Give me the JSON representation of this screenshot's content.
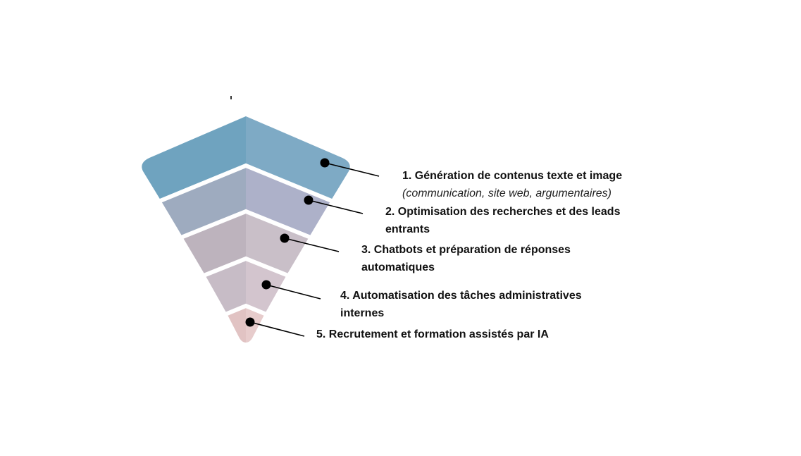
{
  "colors": {
    "band1": [
      "#6fa3bf",
      "#7eaac5"
    ],
    "band2": [
      "#9eabbf",
      "#adb1c9"
    ],
    "band3": [
      "#bdb3bd",
      "#c9bfc8"
    ],
    "band4": [
      "#c7bcc6",
      "#d3c5ce"
    ],
    "band5": [
      "#e1c3c3",
      "#e7cccc"
    ]
  },
  "items": [
    {
      "title": "1. Génération de contenus texte et image",
      "subtitle": "(communication, site web, argumentaires)"
    },
    {
      "line1": "2. Optimisation des recherches et des leads",
      "line2": "entrants"
    },
    {
      "line1": "3. Chatbots et préparation de réponses",
      "line2": "automatiques"
    },
    {
      "line1": "4. Automatisation des tâches administratives",
      "line2": "internes"
    },
    {
      "title": "5. Recrutement et formation assistés par IA"
    }
  ]
}
